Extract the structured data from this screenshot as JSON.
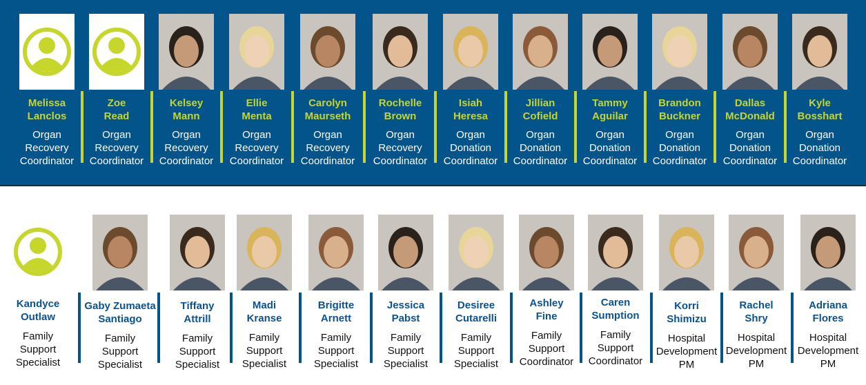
{
  "colors": {
    "band": "#03548a",
    "accent": "#c6d62a",
    "name_blue": "#0a5291"
  },
  "top_row": [
    {
      "name": "Melissa Lanclos",
      "role": "Organ Recovery Coordinator",
      "photo": "avatar-placeholder"
    },
    {
      "name": "Zoe Read",
      "role": "Organ Recovery Coordinator",
      "photo": "avatar-placeholder"
    },
    {
      "name": "Kelsey Mann",
      "role": "Organ Recovery Coordinator",
      "photo": "photo"
    },
    {
      "name": "Ellie Menta",
      "role": "Organ Recovery Coordinator",
      "photo": "photo"
    },
    {
      "name": "Carolyn Maurseth",
      "role": "Organ Recovery Coordinator",
      "photo": "photo"
    },
    {
      "name": "Rochelle Brown",
      "role": "Organ Recovery Coordinator",
      "photo": "photo"
    },
    {
      "name": "Isiah Heresa",
      "role": "Organ Donation Coordinator",
      "photo": "photo"
    },
    {
      "name": "Jillian Cofield",
      "role": "Organ Donation Coordinator",
      "photo": "photo"
    },
    {
      "name": "Tammy Aguilar",
      "role": "Organ Donation Coordinator",
      "photo": "photo"
    },
    {
      "name": "Brandon Buckner",
      "role": "Organ Donation Coordinator",
      "photo": "photo"
    },
    {
      "name": "Dallas McDonald",
      "role": "Organ Donation Coordinator",
      "photo": "photo"
    },
    {
      "name": "Kyle Bosshart",
      "role": "Organ Donation Coordinator",
      "photo": "photo"
    }
  ],
  "bottom_row": [
    {
      "name": "Kandyce Outlaw",
      "role": "Family Support Specialist",
      "photo": "avatar-placeholder"
    },
    {
      "name": "Gaby Zumaeta Santiago",
      "role": "Family Support Specialist",
      "photo": "photo"
    },
    {
      "name": "Tiffany Attrill",
      "role": "Family Support Specialist",
      "photo": "photo"
    },
    {
      "name": "Madi Kranse",
      "role": "Family Support Specialist",
      "photo": "photo"
    },
    {
      "name": "Brigitte Arnett",
      "role": "Family Support Specialist",
      "photo": "photo"
    },
    {
      "name": "Jessica Pabst",
      "role": "Family Support Specialist",
      "photo": "photo"
    },
    {
      "name": "Desiree Cutarelli",
      "role": "Family Support Specialist",
      "photo": "photo"
    },
    {
      "name": "Ashley Fine",
      "role": "Family Support Coordinator",
      "photo": "photo"
    },
    {
      "name": "Caren Sumption",
      "role": "Family Support Coordinator",
      "photo": "photo"
    },
    {
      "name": "Korri Shimizu",
      "role": "Hospital Development PM",
      "photo": "photo"
    },
    {
      "name": "Rachel Shry",
      "role": "Hospital Development PM",
      "photo": "photo"
    },
    {
      "name": "Adriana Flores",
      "role": "Hospital Development PM",
      "photo": "photo"
    }
  ]
}
